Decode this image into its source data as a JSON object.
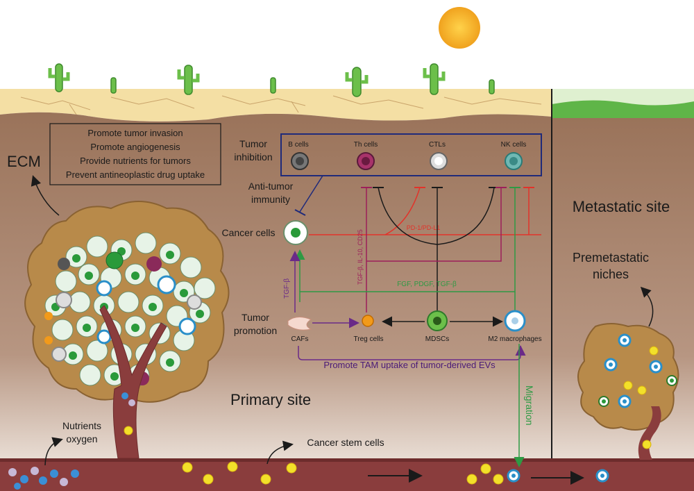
{
  "ecm_label": "ECM",
  "ecm_functions": [
    "Promote tumor invasion",
    "Promote angiogenesis",
    "Provide nutrients for tumors",
    "Prevent antineoplastic drug uptake"
  ],
  "tumor_inhibition": {
    "title_line1": "Tumor",
    "title_line2": "inhibition",
    "cells": [
      "B cells",
      "Th cells",
      "CTLs",
      "NK cells"
    ]
  },
  "anti_tumor": {
    "line1": "Anti-tumor",
    "line2": "immunity"
  },
  "cancer_cells_label": "Cancer cells",
  "tumor_promotion": {
    "title_line1": "Tumor",
    "title_line2": "promotion",
    "cells": [
      "CAFs",
      "Treg cells",
      "MDSCs",
      "M2 macrophages"
    ]
  },
  "signals": {
    "pd1": "PD-1/PD-L1",
    "treg_factors": "TGF-β, IL-10, CD25",
    "growth_factors": "FGF, PDGF, TGF-β",
    "caf_tgf": "TGF-β",
    "tam_uptake": "Promote TAM uptake of tumor-derived EVs",
    "migration": "Migration"
  },
  "primary_site": "Primary site",
  "nutrients": {
    "line1": "Nutrients",
    "line2": "oxygen"
  },
  "cancer_stem_cells": "Cancer stem cells",
  "metastatic_site": "Metastatic site",
  "premetastatic": {
    "line1": "Premetastatic",
    "line2": "niches"
  },
  "colors": {
    "ground": "#a07a62",
    "sand": "#f4dfa4",
    "sky": "#ffffff",
    "sun": "#f4b32a",
    "grass": "#5fb548",
    "vessel": "#8a3d3d",
    "red_pathway": "#e2332a",
    "purple_pathway": "#6a2a88",
    "green_pathway": "#2e9a44",
    "magenta_pathway": "#9c1f5a"
  }
}
